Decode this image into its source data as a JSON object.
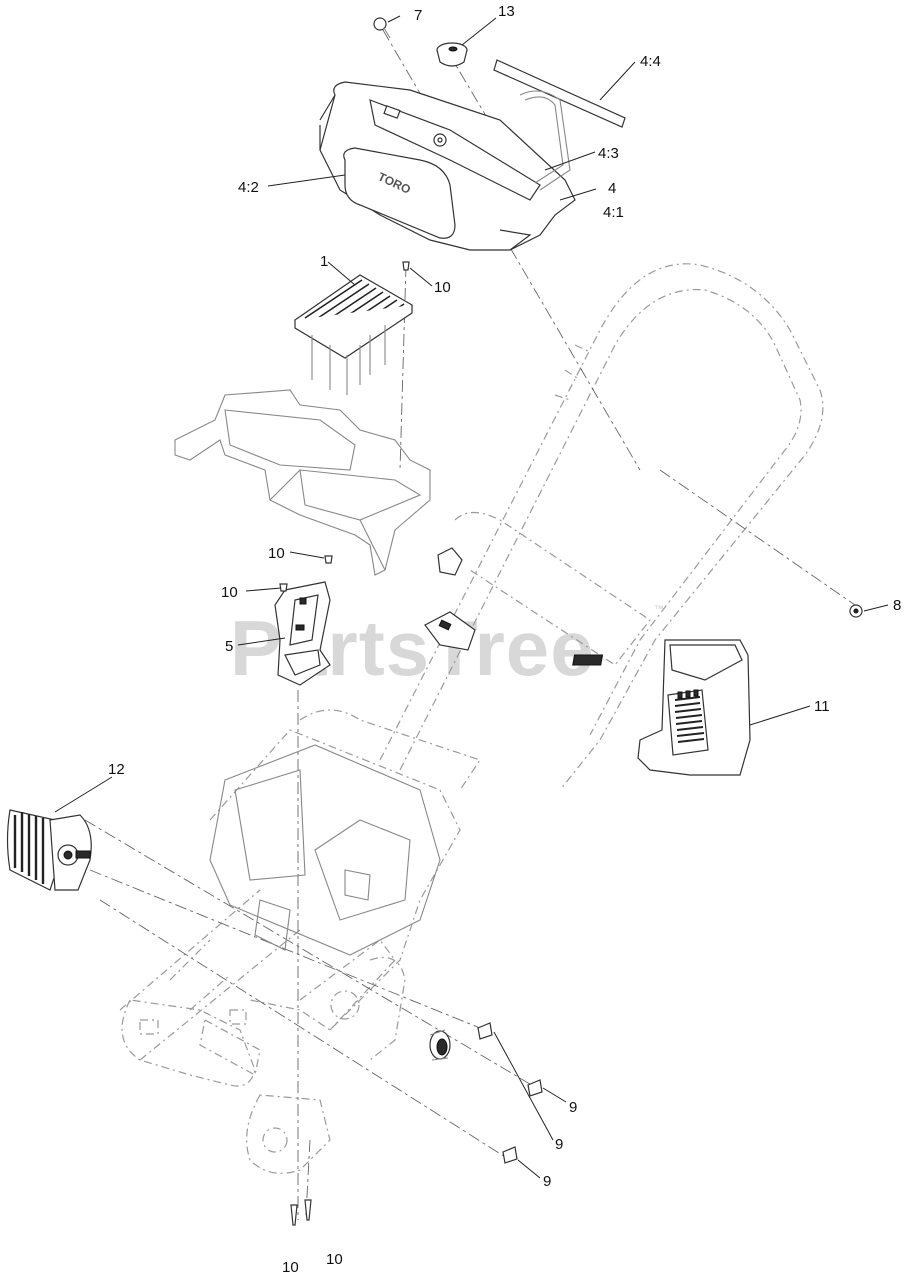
{
  "watermark": {
    "text": "PartsTree",
    "trademark": "™"
  },
  "colors": {
    "line": "#333333",
    "phantom": "#9a9a9a",
    "watermark": "#d8d8d8"
  },
  "callouts": {
    "c7": "7",
    "c13": "13",
    "c4_4": "4:4",
    "c4_3": "4:3",
    "c4_2": "4:2",
    "c4": "4",
    "c4_1": "4:1",
    "c1": "1",
    "c10_top": "10",
    "c10_a": "10",
    "c10_b": "10",
    "c5": "5",
    "c8": "8",
    "c11": "11",
    "c12": "12",
    "c9_a": "9",
    "c9_b": "9",
    "c9_c": "9",
    "c10_bot_a": "10",
    "c10_bot_b": "10"
  },
  "logo_text": "TORO"
}
